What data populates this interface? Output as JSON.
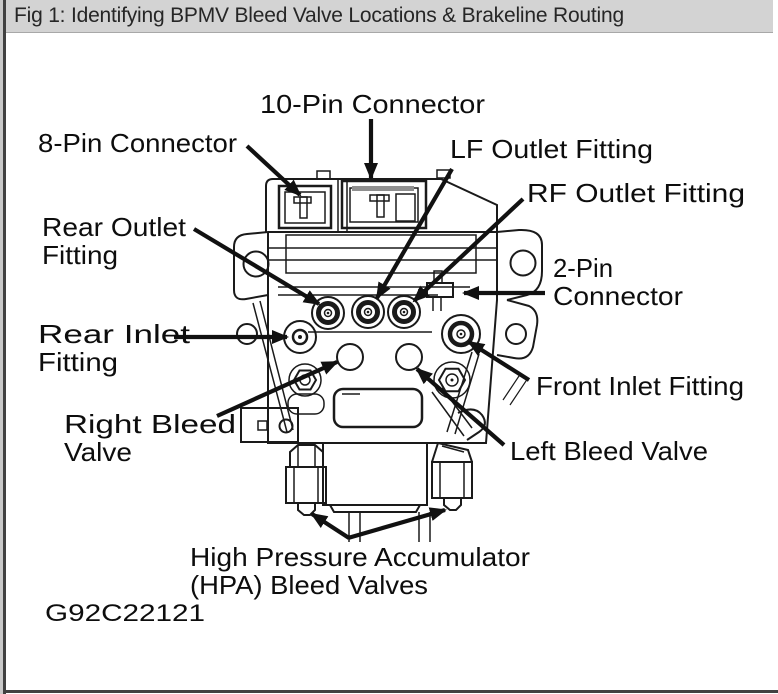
{
  "window": {
    "title": "Fig 1: Identifying BPMV Bleed Valve Locations & Brakeline Routing"
  },
  "figure": {
    "code": "G92C22121",
    "labels": {
      "pin10": {
        "line1": "10-Pin Connector"
      },
      "pin8": {
        "line1": "8-Pin Connector"
      },
      "lf_outlet": {
        "line1": "LF Outlet Fitting"
      },
      "rf_outlet": {
        "line1": "RF Outlet Fitting"
      },
      "rear_outlet": {
        "line1": "Rear Outlet",
        "line2": "Fitting"
      },
      "pin2": {
        "line1": "2-Pin",
        "line2": "Connector"
      },
      "rear_inlet": {
        "line1": "Rear Inlet",
        "line2": "Fitting"
      },
      "front_inlet": {
        "line1": "Front Inlet Fitting"
      },
      "right_bleed": {
        "line1": "Right Bleed",
        "line2": "Valve"
      },
      "left_bleed": {
        "line1": "Left Bleed Valve"
      },
      "hpa": {
        "line1": "High Pressure Accumulator",
        "line2": "(HPA) Bleed Valves"
      }
    },
    "colors": {
      "titlebar_bg": "#d3d3d3",
      "ink": "#141414"
    }
  }
}
